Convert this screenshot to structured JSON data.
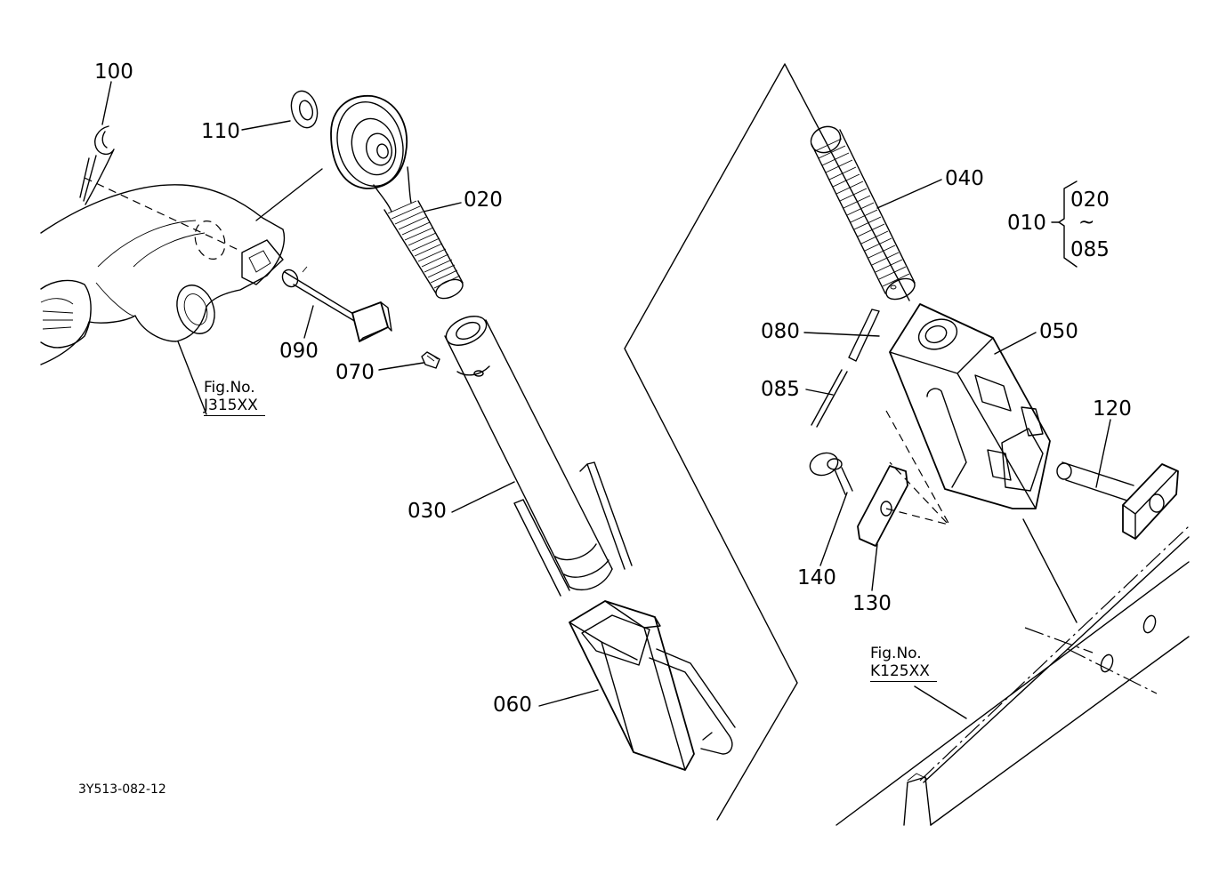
{
  "callouts": [
    {
      "id": "100",
      "text": "100"
    },
    {
      "id": "110",
      "text": "110"
    },
    {
      "id": "020",
      "text": "020"
    },
    {
      "id": "090",
      "text": "090"
    },
    {
      "id": "070",
      "text": "070"
    },
    {
      "id": "030",
      "text": "030"
    },
    {
      "id": "060",
      "text": "060"
    },
    {
      "id": "040",
      "text": "040"
    },
    {
      "id": "080",
      "text": "080"
    },
    {
      "id": "085",
      "text": "085"
    },
    {
      "id": "050",
      "text": "050"
    },
    {
      "id": "120",
      "text": "120"
    },
    {
      "id": "140",
      "text": "140"
    },
    {
      "id": "130",
      "text": "130"
    }
  ],
  "assembly_range": {
    "parent": "010",
    "from": "020",
    "to": "085",
    "range_symbol": "~"
  },
  "figure_refs": [
    {
      "caption": "Fig.No.",
      "ref": "J315XX"
    },
    {
      "caption": "Fig.No.",
      "ref": "K125XX"
    }
  ],
  "drawing_code": "3Y513-082-12"
}
